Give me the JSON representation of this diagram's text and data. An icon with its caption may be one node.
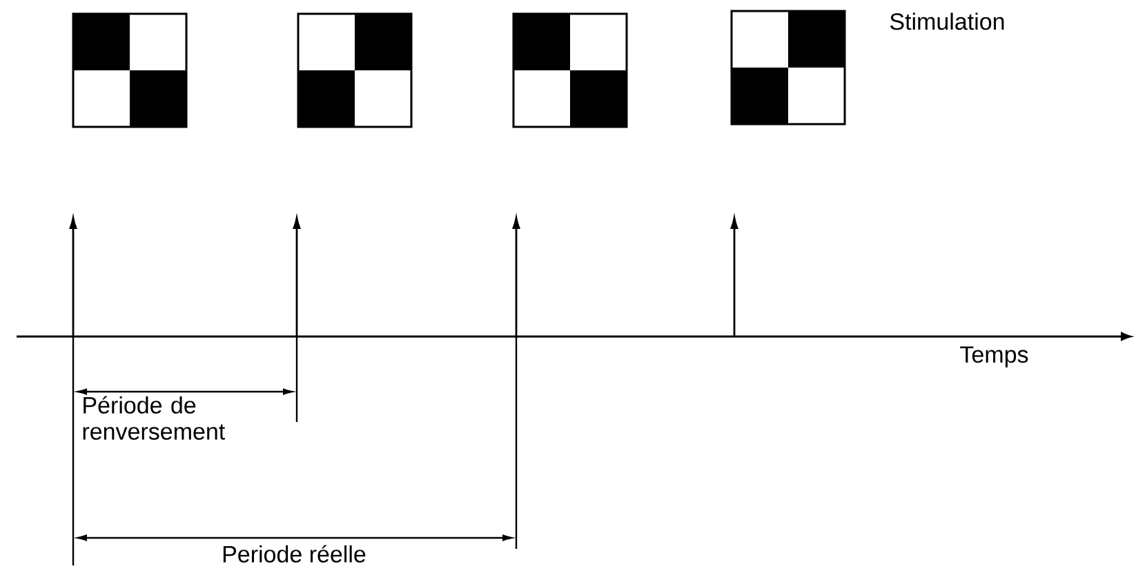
{
  "diagram": {
    "labels": [
      "Stimulation",
      "Temps",
      "Période de renversement",
      "Periode réelle"
    ]
  }
}
